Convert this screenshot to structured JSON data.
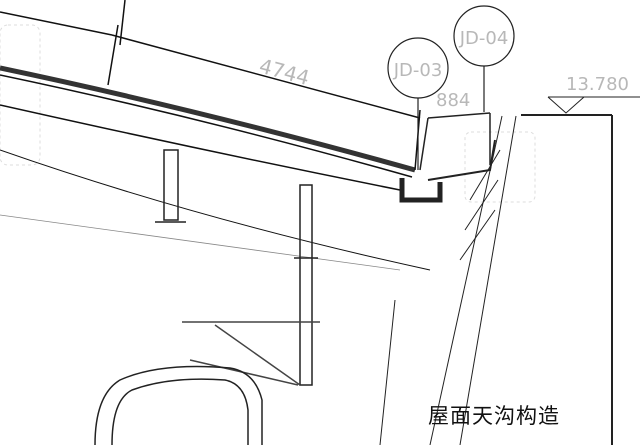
{
  "drawing": {
    "dimension_slope": "4744",
    "dimension_gutter": "884",
    "elevation": "13.780",
    "callouts": [
      "JD-03",
      "JD-04"
    ],
    "caption": "屋面天沟构造"
  }
}
